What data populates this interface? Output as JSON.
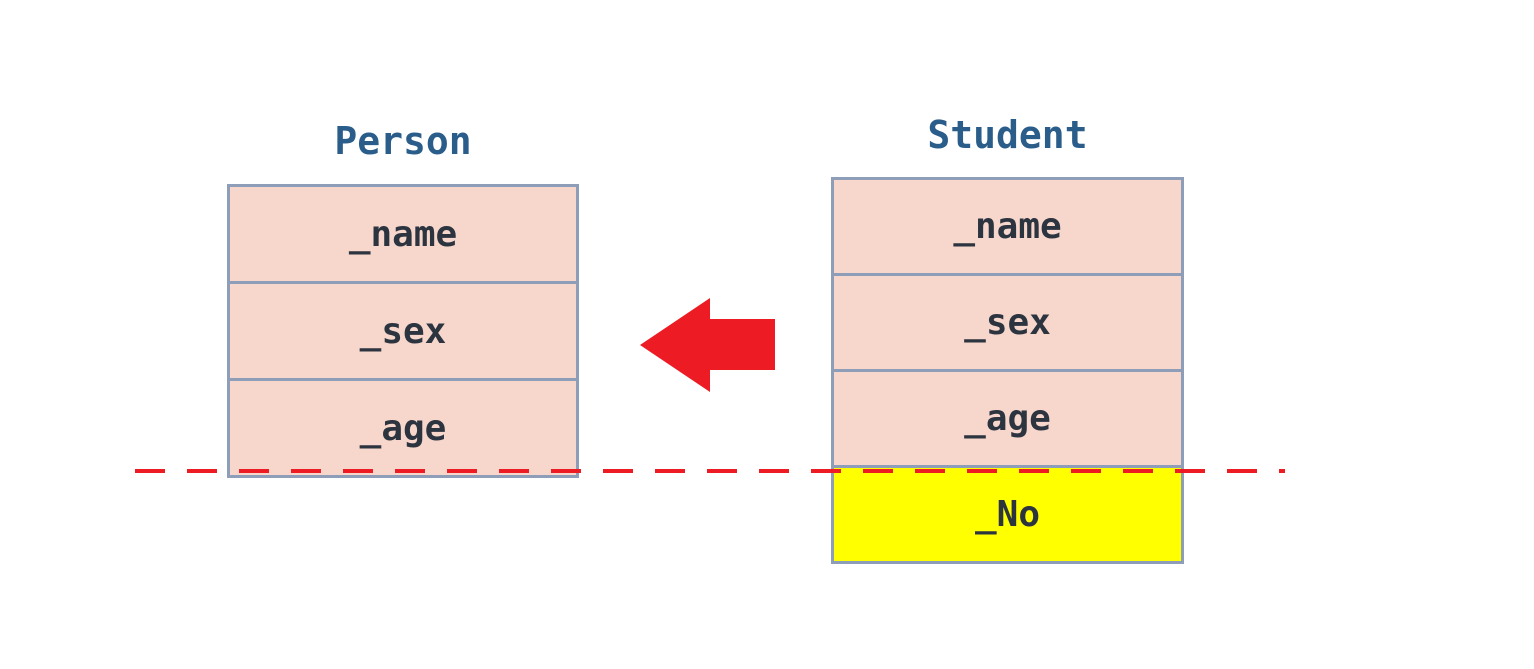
{
  "classes": {
    "person": {
      "title": "Person",
      "fields": [
        "_name",
        "_sex",
        "_age"
      ]
    },
    "student": {
      "title": "Student",
      "fields": [
        "_name",
        "_sex",
        "_age"
      ],
      "extra_field": "_No"
    }
  },
  "colors": {
    "title": "#2a5d8a",
    "field_fill": "#f7d6cc",
    "extra_fill": "#ffff00",
    "border": "#8e9db8",
    "arrow": "#ed1c24",
    "dashed_line": "#ed1c24"
  },
  "icons": {
    "arrow": "left-arrow-icon"
  }
}
